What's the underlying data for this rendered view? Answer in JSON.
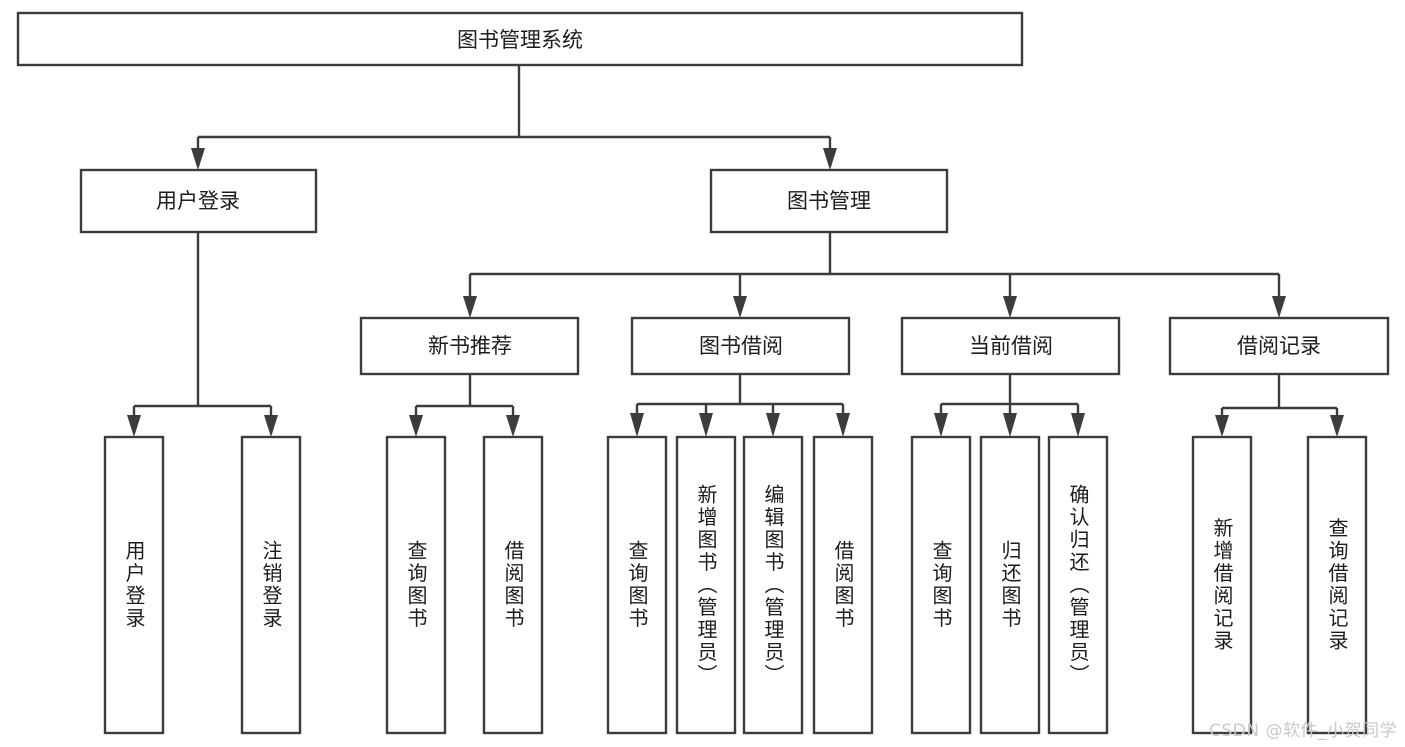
{
  "diagram": {
    "type": "tree",
    "title": "图书管理系统",
    "watermark": "CSDN @软件_小贺同学",
    "colors": {
      "stroke": "#3c3c3c",
      "fill": "#ffffff",
      "text": "#1c1c1c",
      "watermark": "#c9c9c9"
    },
    "nodes": {
      "root": "图书管理系统",
      "level1": [
        "用户登录",
        "图书管理"
      ],
      "level2": [
        "新书推荐",
        "图书借阅",
        "当前借阅",
        "借阅记录"
      ],
      "leaves_user_login": [
        "用户登录",
        "注销登录"
      ],
      "leaves_new_book": [
        "查询图书",
        "借阅图书"
      ],
      "leaves_borrow": [
        "查询图书",
        "新增图书（管理员）",
        "编辑图书（管理员）",
        "借阅图书"
      ],
      "leaves_current": [
        "查询图书",
        "归还图书",
        "确认归还（管理员）"
      ],
      "leaves_record": [
        "新增借阅记录",
        "查询借阅记录"
      ]
    },
    "tree": [
      {
        "label": "图书管理系统",
        "children": [
          {
            "label": "用户登录",
            "children": [
              {
                "label": "用户登录"
              },
              {
                "label": "注销登录"
              }
            ]
          },
          {
            "label": "图书管理",
            "children": [
              {
                "label": "新书推荐",
                "children": [
                  {
                    "label": "查询图书"
                  },
                  {
                    "label": "借阅图书"
                  }
                ]
              },
              {
                "label": "图书借阅",
                "children": [
                  {
                    "label": "查询图书"
                  },
                  {
                    "label": "新增图书（管理员）"
                  },
                  {
                    "label": "编辑图书（管理员）"
                  },
                  {
                    "label": "借阅图书"
                  }
                ]
              },
              {
                "label": "当前借阅",
                "children": [
                  {
                    "label": "查询图书"
                  },
                  {
                    "label": "归还图书"
                  },
                  {
                    "label": "确认归还（管理员）"
                  }
                ]
              },
              {
                "label": "借阅记录",
                "children": [
                  {
                    "label": "新增借阅记录"
                  },
                  {
                    "label": "查询借阅记录"
                  }
                ]
              }
            ]
          }
        ]
      }
    ]
  }
}
